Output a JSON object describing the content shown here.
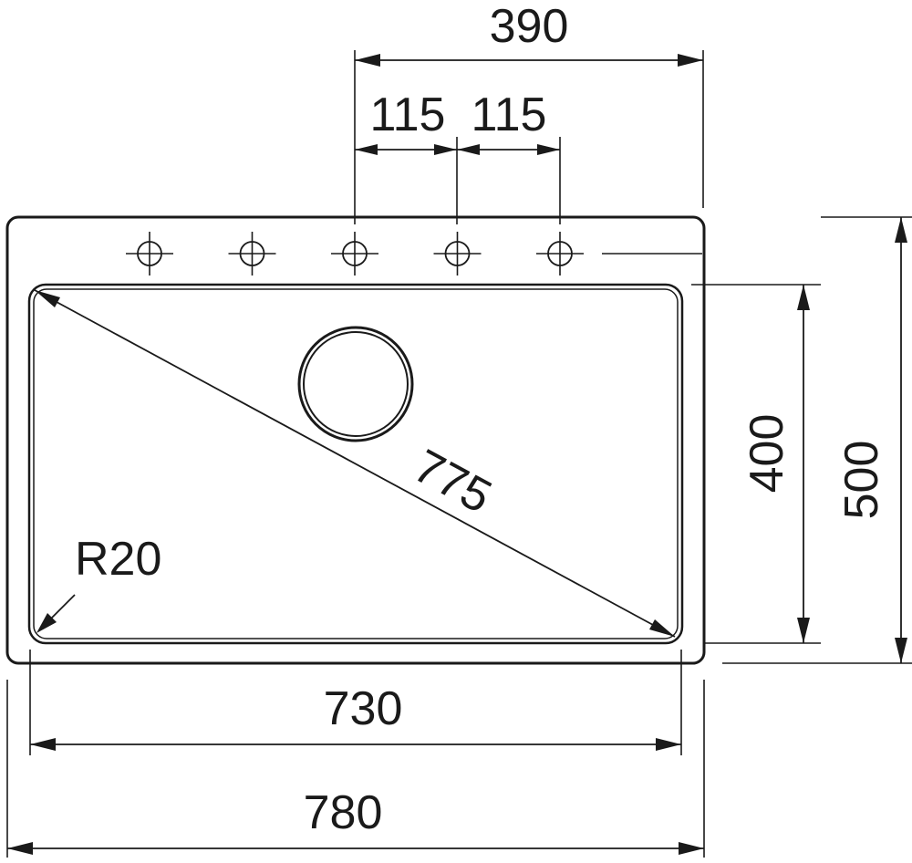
{
  "dimensions": {
    "tap_span": "390",
    "hole_spacing_left": "115",
    "hole_spacing_right": "115",
    "bowl_diagonal": "775",
    "corner_radius": "R20",
    "bowl_depth": "400",
    "overall_depth": "500",
    "bowl_width": "730",
    "overall_width": "780"
  },
  "colors": {
    "line": "#1a1a1a",
    "background": "#ffffff"
  },
  "tap_hole_count": 5
}
